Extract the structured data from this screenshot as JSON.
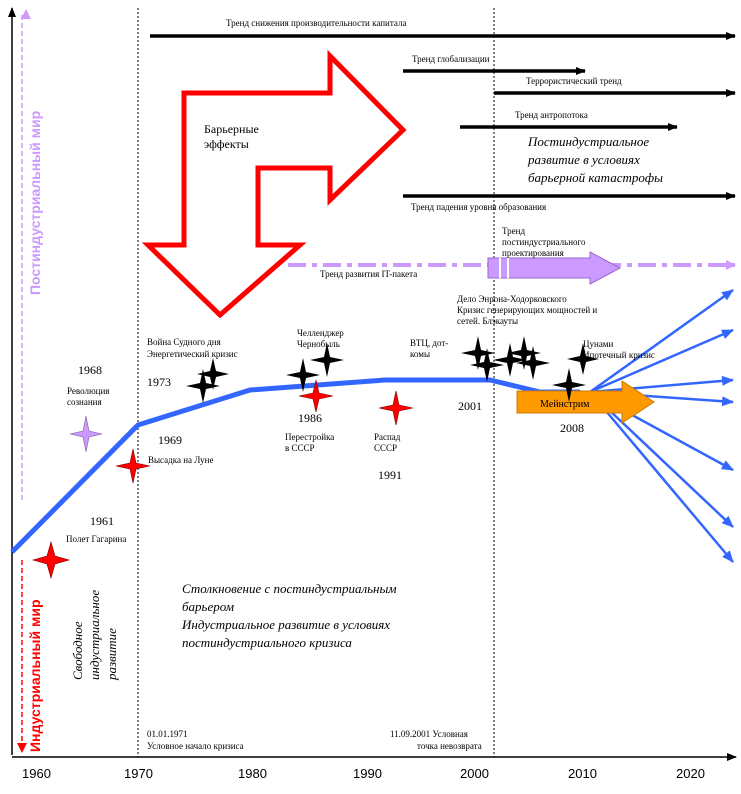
{
  "colors": {
    "postindustrial": "#cc99ff",
    "industrial": "#ff0000",
    "curve": "#3366ff",
    "barrier_arrow": "#ff0000",
    "mainstream": "#ff9900",
    "it_trend": "#cc99ff"
  },
  "axis": {
    "years": [
      "1960",
      "1970",
      "1980",
      "1990",
      "2000",
      "2010",
      "2020"
    ]
  },
  "side_labels": {
    "postindustrial_world": "Постиндустриальный мир",
    "industrial_world": "Индустриальный мир"
  },
  "trends": {
    "productivity": "Тренд снижения производительности капитала",
    "globalization": "Тренд глобализации",
    "terrorism": "Террористический тренд",
    "anthropotok": "Тренд антропотока",
    "education": "Тренд падения уровня образования",
    "it_package": "Тренд развития IT-пакета",
    "postindustrial_design": [
      "Тренд",
      "постиндустриального",
      "проектирования"
    ]
  },
  "barrier": {
    "label": [
      "Барьерные",
      "эффекты"
    ]
  },
  "notes": {
    "postindustrial_catastrophe": [
      "Постиндустриальное",
      "развитие в условиях",
      "барьерной катастрофы"
    ],
    "collision": [
      "Столкновение с постиндустриальным",
      "барьером",
      "Индустриальное развитие в условиях",
      "постиндустриального кризиса"
    ],
    "free_development": [
      "Свободное",
      "индустриальное",
      "развитие"
    ]
  },
  "events": {
    "y1968": "1968",
    "revolution": [
      "Революция",
      "сознания"
    ],
    "y1961": "1961",
    "gagarin": "Полет Гагарина",
    "y1969": "1969",
    "moon": "Высадка на Луне",
    "war": [
      "Война Судного дня",
      "Энергетический кризис"
    ],
    "y1973": "1973",
    "challenger": [
      "Челленджер",
      "Чернобыль"
    ],
    "y1986": "1986",
    "perestroika": [
      "Перестройка",
      "в СССР"
    ],
    "collapse": [
      "Распад",
      "СССР"
    ],
    "y1991": "1991",
    "wtc": [
      "ВТЦ, дот-",
      "комы"
    ],
    "y2001": "2001",
    "enron": [
      "Дело Энрона-Ходорковского",
      "Кризис генерирующих мощностей и",
      "сетей. Блэкауты"
    ],
    "mortgage": [
      "Цунами",
      "Ипотечный кризис"
    ],
    "mainstream": "Мейнстрим",
    "y2008": "2008"
  },
  "markers": {
    "d1971": [
      "01.01.1971",
      "Условное начало кризиса"
    ],
    "d2001": [
      "11.09.2001   Условная",
      "точка невозврата"
    ]
  }
}
